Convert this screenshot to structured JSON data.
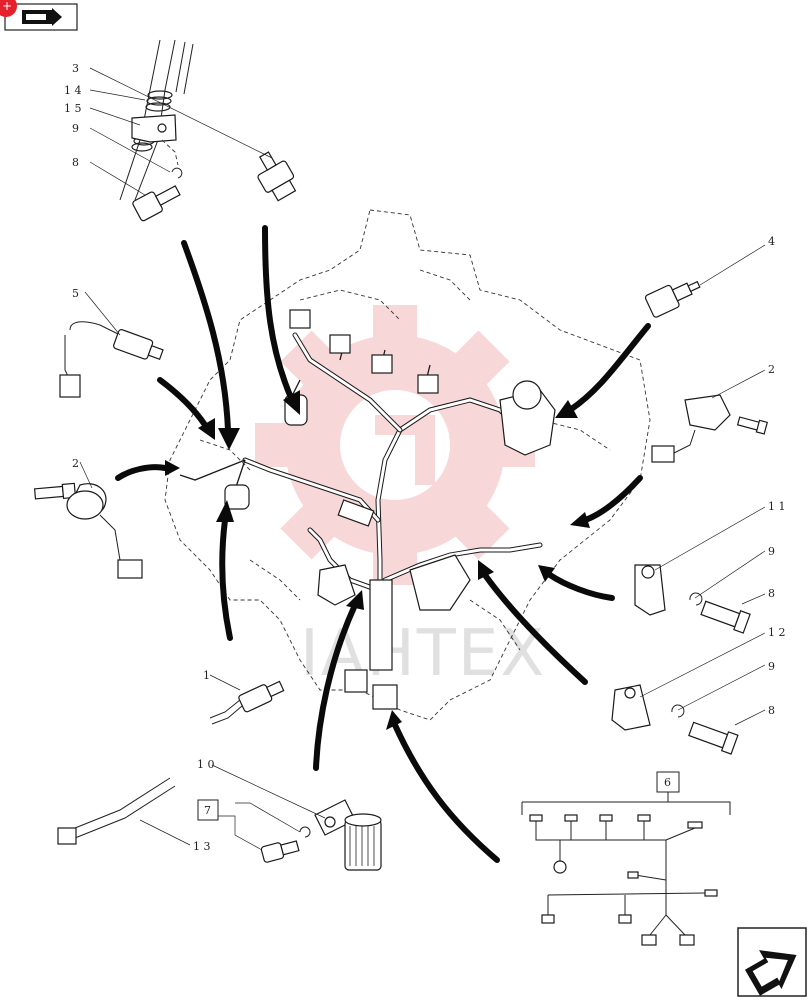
{
  "page": {
    "watermark_text": "IAHTEX"
  },
  "nav": {
    "prev_icon": "folder-arrow-icon",
    "next_icon": "next-page-arrow-icon",
    "badge_icon": "plus-badge-icon"
  },
  "callouts": [
    {
      "id": "c3a",
      "label": "3"
    },
    {
      "id": "c14",
      "label": "1 4"
    },
    {
      "id": "c15",
      "label": "1 5"
    },
    {
      "id": "c9a",
      "label": "9"
    },
    {
      "id": "c8a",
      "label": "8"
    },
    {
      "id": "c4",
      "label": "4"
    },
    {
      "id": "c5",
      "label": "5"
    },
    {
      "id": "c2a",
      "label": "2"
    },
    {
      "id": "c2b",
      "label": "2"
    },
    {
      "id": "c11",
      "label": "1 1"
    },
    {
      "id": "c9b",
      "label": "9"
    },
    {
      "id": "c8b",
      "label": "8"
    },
    {
      "id": "c12",
      "label": "1 2"
    },
    {
      "id": "c9c",
      "label": "9"
    },
    {
      "id": "c8c",
      "label": "8"
    },
    {
      "id": "c1",
      "label": "1"
    },
    {
      "id": "c10",
      "label": "1 0"
    },
    {
      "id": "c13",
      "label": "1 3"
    },
    {
      "id": "c7",
      "label": "7"
    },
    {
      "id": "c6",
      "label": "6"
    }
  ],
  "colors": {
    "line": "#1a1a1a",
    "watermark_logo": "#f4b8bb",
    "watermark_text": "#d9d9d9",
    "badge": "#e5222b"
  }
}
